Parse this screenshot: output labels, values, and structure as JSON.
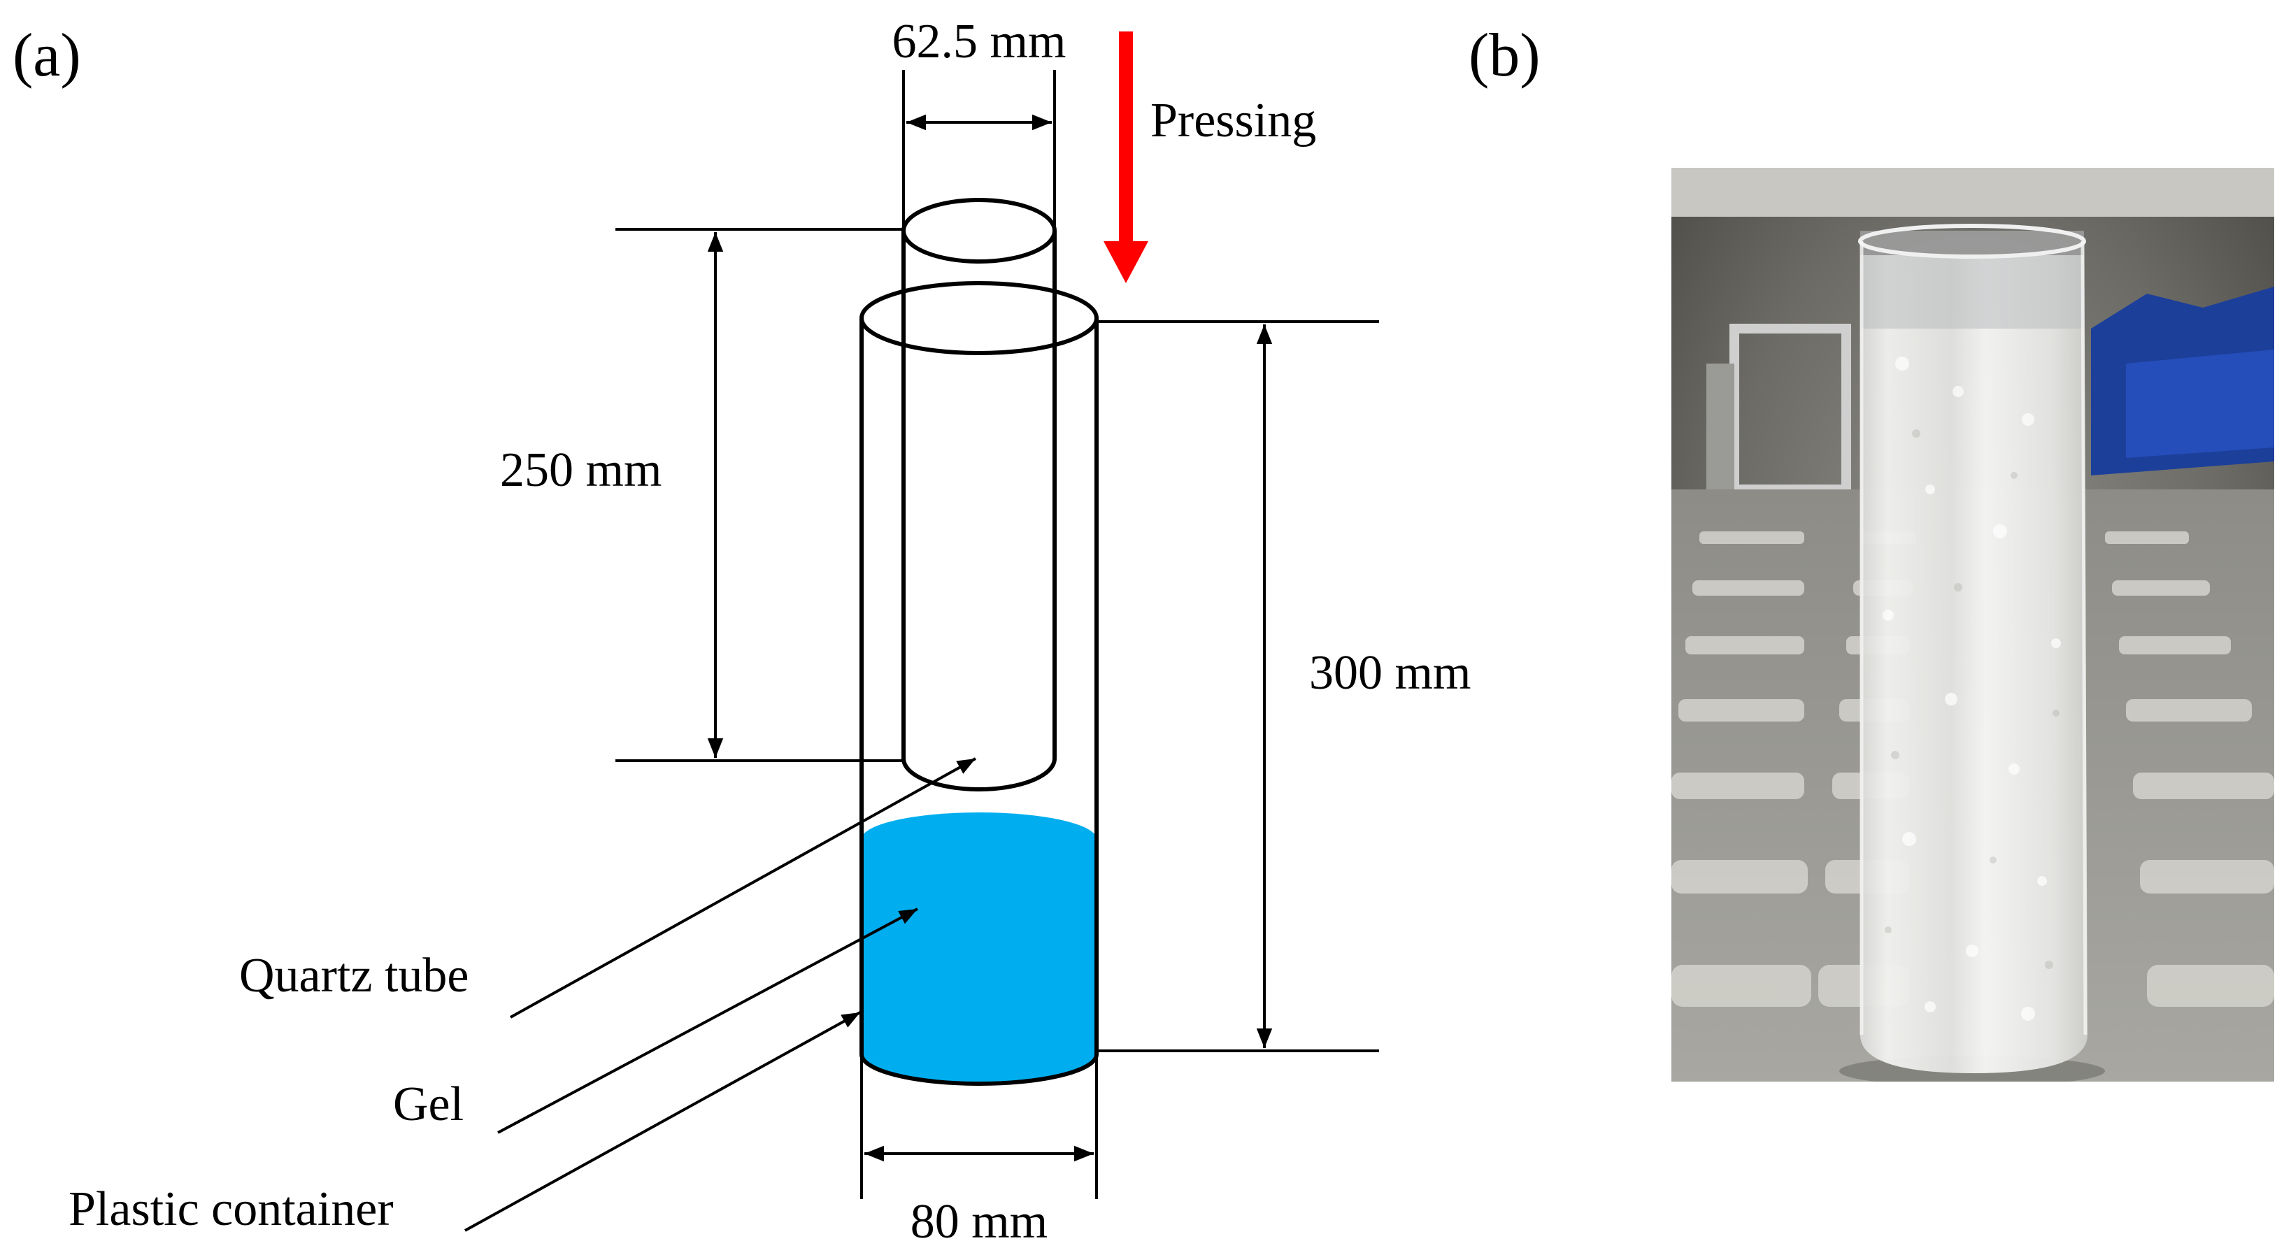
{
  "panels": {
    "a": "(a)",
    "b": "(b)"
  },
  "dimensions": {
    "quartz_diameter": "62.5 mm",
    "quartz_height": "250 mm",
    "container_height": "300 mm",
    "container_diameter": "80 mm"
  },
  "labels": {
    "pressing": "Pressing",
    "quartz_tube": "Quartz tube",
    "gel": "Gel",
    "plastic_container": "Plastic container"
  },
  "colors": {
    "gel": "#00AEEF",
    "pressing_arrow": "#FF0000",
    "outline": "#000000"
  }
}
